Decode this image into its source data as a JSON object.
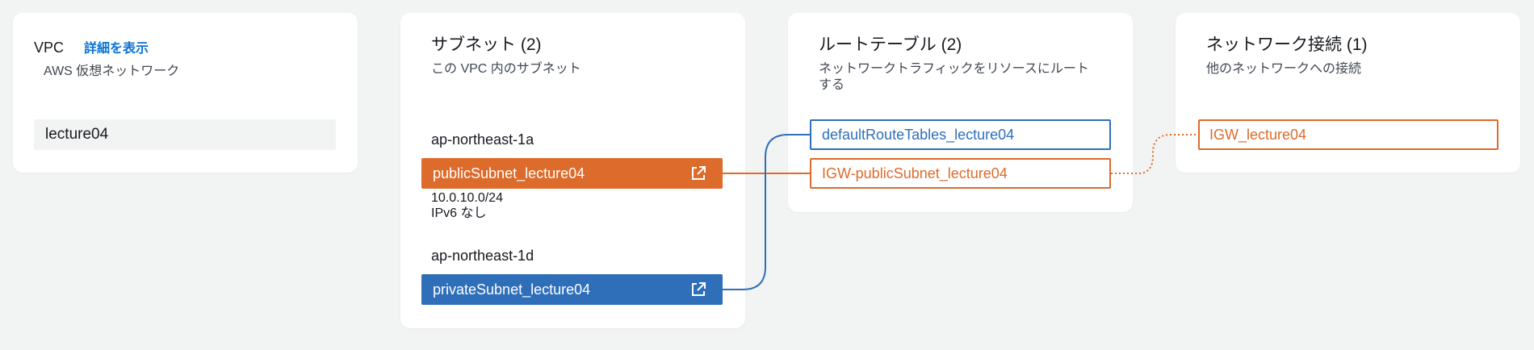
{
  "vpc": {
    "title": "VPC",
    "details_link": "詳細を表示",
    "subtitle": "AWS 仮想ネットワーク",
    "name": "lecture04"
  },
  "subnets": {
    "title": "サブネット (2)",
    "subtitle": "この VPC 内のサブネット",
    "groups": [
      {
        "az": "ap-northeast-1a",
        "name": "publicSubnet_lecture04",
        "cidr": "10.0.10.0/24",
        "ipv6": "IPv6 なし",
        "color": "#dd6b2b",
        "icon": "external-link-icon"
      },
      {
        "az": "ap-northeast-1d",
        "name": "privateSubnet_lecture04",
        "color": "#2f6fba",
        "icon": "external-link-icon"
      }
    ]
  },
  "route_tables": {
    "title": "ルートテーブル (2)",
    "subtitle": "ネットワークトラフィックをリソースにルートする",
    "items": [
      {
        "name": "defaultRouteTables_lecture04",
        "color": "#2f6fba"
      },
      {
        "name": "IGW-publicSubnet_lecture04",
        "color": "#dd6b2b"
      }
    ]
  },
  "network_connections": {
    "title": "ネットワーク接続 (1)",
    "subtitle": "他のネットワークへの接続",
    "items": [
      {
        "name": "IGW_lecture04",
        "color": "#dd6b2b"
      }
    ]
  },
  "colors": {
    "background": "#f2f3f3",
    "link": "#0972d3",
    "public": "#dd6b2b",
    "private": "#2f6fba"
  }
}
